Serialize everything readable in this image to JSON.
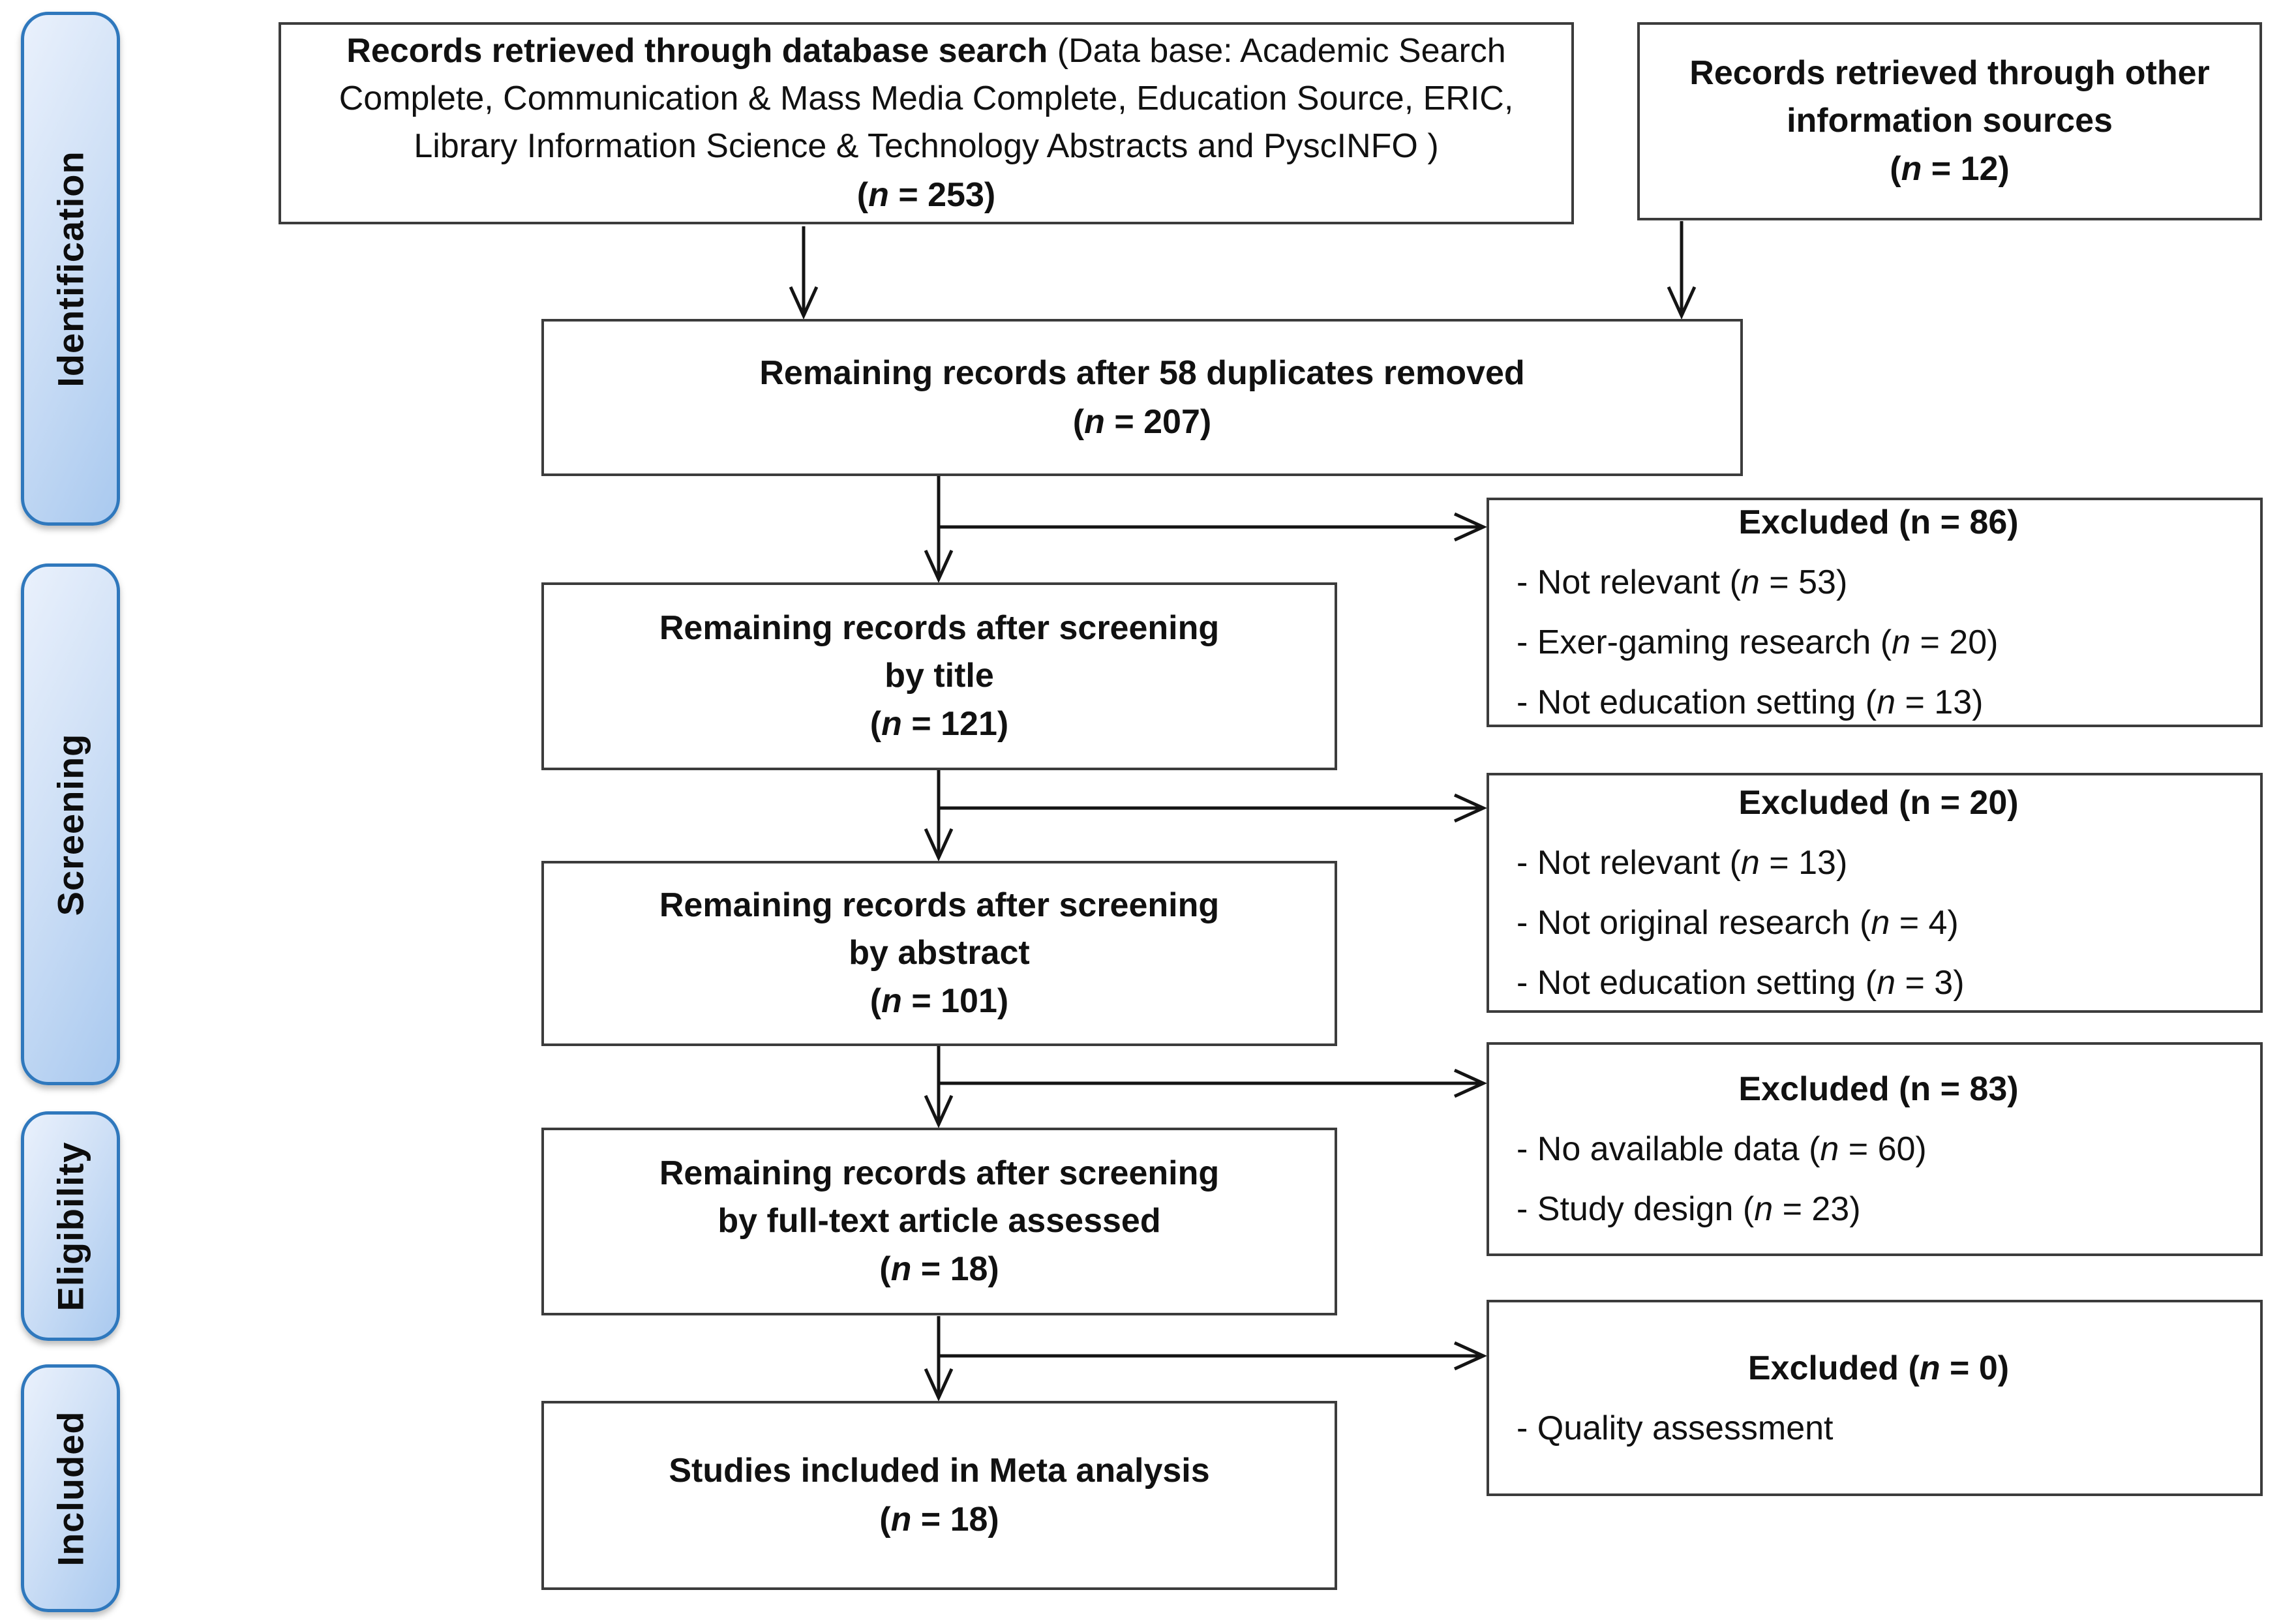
{
  "colors": {
    "tab_border": "#2f78bd",
    "tab_fill_light": "#eaf1fc",
    "tab_fill_dark": "#a9c9ef",
    "box_border": "#3c3c3c",
    "arrow": "#141414"
  },
  "sidebar": {
    "items": [
      {
        "label": "Identification"
      },
      {
        "label": "Screening"
      },
      {
        "label": "Eligibility"
      },
      {
        "label": "Included"
      }
    ]
  },
  "boxes": {
    "database": {
      "lead": "Records retrieved through database search ",
      "detail": "(Data base: Academic Search Complete, Communication & Mass Media Complete, Education Source, ERIC, Library Information Science & Technology Abstracts and PyscINFO )",
      "n": "253"
    },
    "other_sources": {
      "line1": "Records retrieved through other",
      "line2": "information sources",
      "n": "12"
    },
    "duplicates": {
      "line1": "Remaining records after 58 duplicates removed",
      "n": "207"
    },
    "title_screen": {
      "line1": "Remaining records after screening",
      "line2": "by title",
      "n": "121"
    },
    "abstract_screen": {
      "line1": "Remaining records after screening",
      "line2": "by abstract",
      "n": "101"
    },
    "fulltext_screen": {
      "line1": "Remaining records after screening",
      "line2": "by full-text article assessed",
      "n": "18"
    },
    "included": {
      "line1": "Studies included in Meta analysis",
      "n": "18"
    }
  },
  "exclusions": [
    {
      "label": "Excluded ",
      "n": "86",
      "items": [
        {
          "text": "Not relevant",
          "n": "53"
        },
        {
          "text": "Exer-gaming research",
          "n": "20"
        },
        {
          "text": "Not education setting",
          "n": "13"
        }
      ]
    },
    {
      "label": "Excluded ",
      "n": "20",
      "items": [
        {
          "text": "Not relevant",
          "n": "13"
        },
        {
          "text": "Not original research",
          "n": "4"
        },
        {
          "text": "Not education setting",
          "n": "3"
        }
      ]
    },
    {
      "label": "Excluded ",
      "n": "83",
      "items": [
        {
          "text": "No available data",
          "n": "60"
        },
        {
          "text": "Study design",
          "n": "23"
        }
      ]
    },
    {
      "label": "Excluded ",
      "n": "0",
      "items": [
        {
          "text": "Quality assessment"
        }
      ]
    }
  ]
}
